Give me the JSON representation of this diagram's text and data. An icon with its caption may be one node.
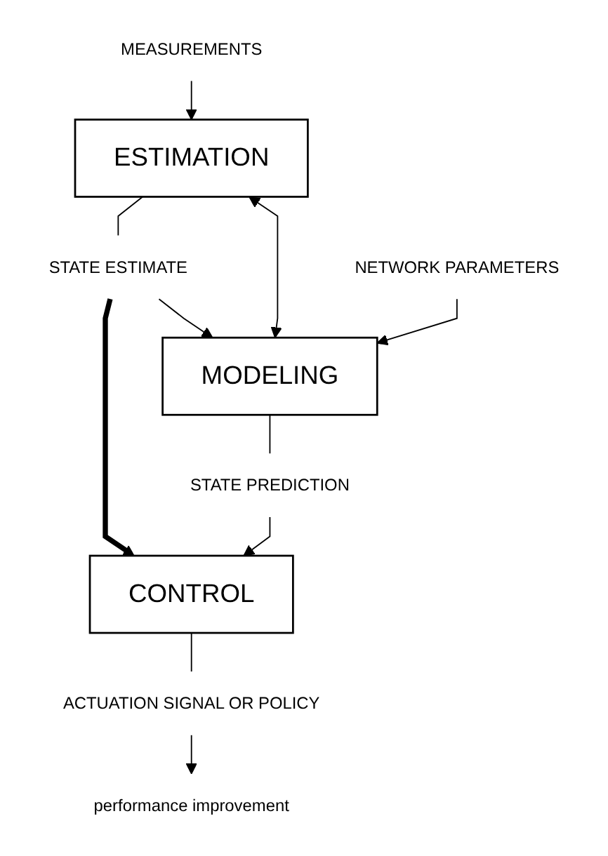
{
  "diagram": {
    "nodes": [
      {
        "text": [
          "MEASUREMENTS"
        ]
      },
      {
        "text": [
          "ESTIMATION"
        ]
      },
      {
        "text": [
          "STATE ESTIMATE"
        ]
      },
      {
        "text": [
          "MODELING"
        ]
      },
      {
        "text": [
          "NETWORK PARAMETERS"
        ]
      },
      {
        "text": [
          "STATE PREDICTION"
        ]
      },
      {
        "text": [
          "CONTROL"
        ]
      },
      {
        "text": [
          "ACTUATION SIGNAL OR POLICY"
        ]
      },
      {
        "text": [
          "performance improvement"
        ]
      }
    ],
    "edges": [
      {
        "from": 0,
        "to": 1,
        "arrow": "to"
      },
      {
        "from": 1,
        "to": 2,
        "arrow": "none"
      },
      {
        "from": 2,
        "to": 3,
        "arrow": "to"
      },
      {
        "from": 1,
        "to": 3,
        "arrow": "both"
      },
      {
        "from": 2,
        "to": 6,
        "arrow": "to",
        "style": "thick"
      },
      {
        "from": 4,
        "to": 3,
        "arrow": "to"
      },
      {
        "from": 3,
        "to": 5,
        "arrow": "none"
      },
      {
        "from": 5,
        "to": 6,
        "arrow": "to"
      },
      {
        "from": 6,
        "to": 7,
        "arrow": "none"
      },
      {
        "from": 7,
        "to": 8,
        "arrow": "to"
      }
    ]
  }
}
